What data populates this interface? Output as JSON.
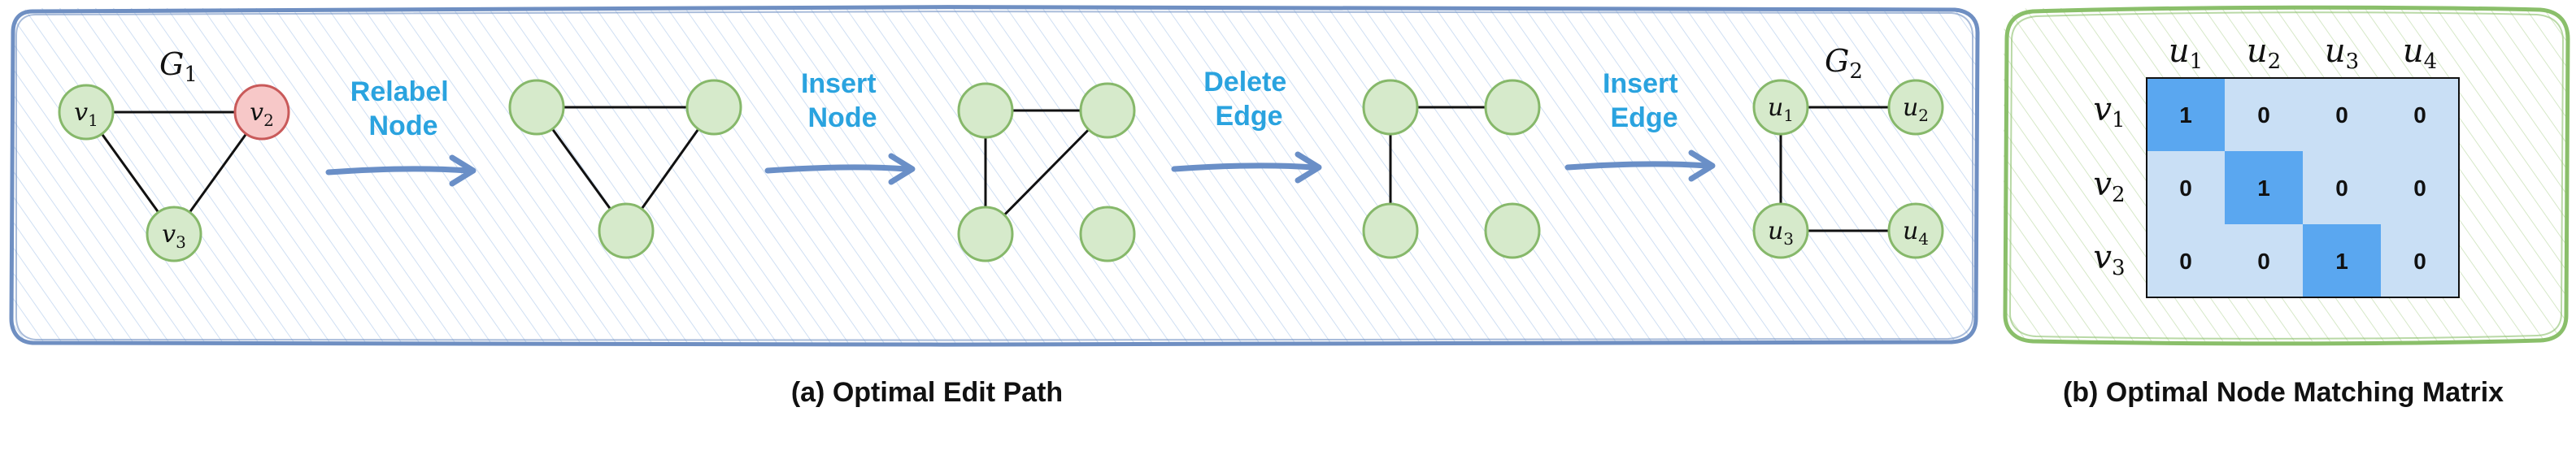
{
  "colors": {
    "panel_a_border": "#6f8fc2",
    "panel_a_hatch": "#cfdff3",
    "panel_b_border": "#8abf6a",
    "panel_b_hatch": "#d6e8c8",
    "node_fill": "#d6eacb",
    "node_stroke": "#86b86a",
    "node_red_fill": "#f7c8c8",
    "node_red_stroke": "#c95a5a",
    "arrow": "#6a8fc7",
    "step_text": "#2aa3df",
    "matrix_light": "#c9dff5",
    "matrix_highlight": "#5aa7f0"
  },
  "panel_a": {
    "caption": "(a) Optimal Edit Path",
    "g1": {
      "name": "G",
      "sub": "1",
      "nodes": [
        {
          "base": "v",
          "sub": "1",
          "highlight": false
        },
        {
          "base": "v",
          "sub": "2",
          "highlight": true
        },
        {
          "base": "v",
          "sub": "3",
          "highlight": false
        }
      ]
    },
    "steps": [
      {
        "line1": "Relabel",
        "line2": "Node"
      },
      {
        "line1": "Insert",
        "line2": "Node"
      },
      {
        "line1": "Delete",
        "line2": "Edge"
      },
      {
        "line1": "Insert",
        "line2": "Edge"
      }
    ],
    "g2": {
      "name": "G",
      "sub": "2",
      "nodes": [
        {
          "base": "u",
          "sub": "1"
        },
        {
          "base": "u",
          "sub": "2"
        },
        {
          "base": "u",
          "sub": "3"
        },
        {
          "base": "u",
          "sub": "4"
        }
      ]
    }
  },
  "panel_b": {
    "caption": "(b) Optimal Node Matching Matrix",
    "cols": [
      {
        "base": "u",
        "sub": "1"
      },
      {
        "base": "u",
        "sub": "2"
      },
      {
        "base": "u",
        "sub": "3"
      },
      {
        "base": "u",
        "sub": "4"
      }
    ],
    "rows": [
      {
        "base": "v",
        "sub": "1"
      },
      {
        "base": "v",
        "sub": "2"
      },
      {
        "base": "v",
        "sub": "3"
      }
    ],
    "matrix": [
      [
        "1",
        "0",
        "0",
        "0"
      ],
      [
        "0",
        "1",
        "0",
        "0"
      ],
      [
        "0",
        "0",
        "1",
        "0"
      ]
    ]
  }
}
